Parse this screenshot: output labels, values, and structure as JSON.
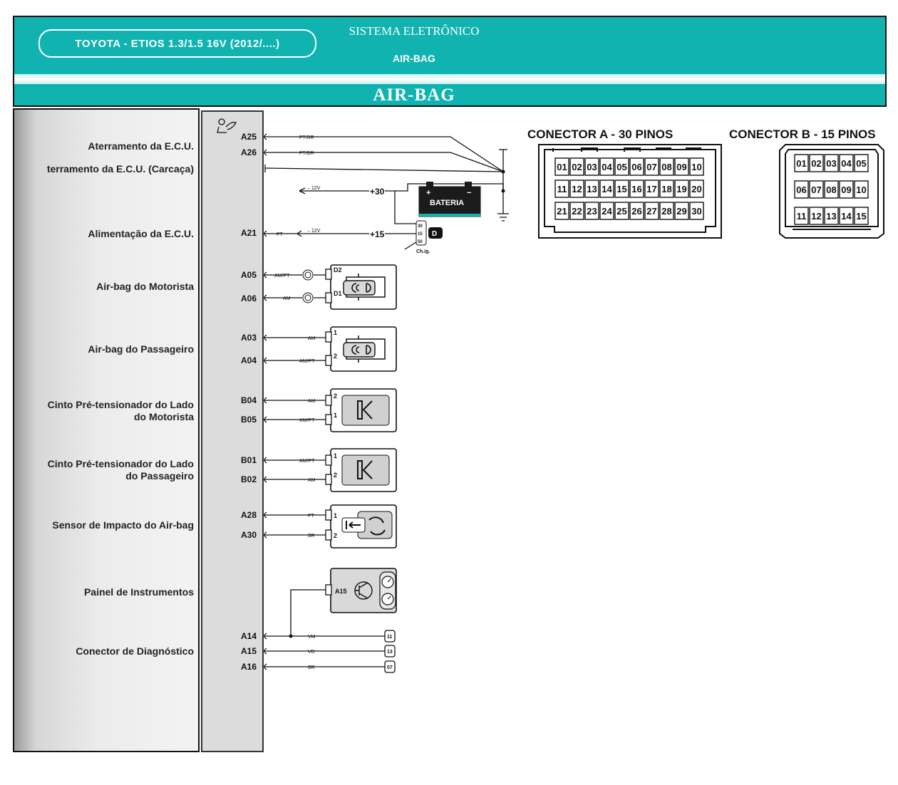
{
  "header": {
    "vehicle": "TOYOTA - ETIOS 1.3/1.5 16V (2012/....)",
    "system": "SISTEMA ELETRÔNICO",
    "subsystem": "AIR-BAG",
    "section_title": "AIR-BAG"
  },
  "colors": {
    "header_bg": "#10b3b0",
    "sidebar_bg": "#ececec",
    "ecu_bg": "#dcdcdc"
  },
  "labels": {
    "ground_ecu": "Aterramento da E.C.U.",
    "ground_ecu_case": "terramento da E.C.U. (Carcaça)",
    "ecu_power": "Alimentação da E.C.U.",
    "driver_airbag": "Air-bag do Motorista",
    "passenger_airbag": "Air-bag do Passageiro",
    "driver_pretensioner": "Cinto Pré-tensionador do Lado do Motorista",
    "driver_pretensioner_l1": "Cinto Pré-tensionador do Lado",
    "driver_pretensioner_l2": "do Motorista",
    "passenger_pretensioner_l1": "Cinto Pré-tensionador do Lado",
    "passenger_pretensioner_l2": "do Passageiro",
    "impact_sensor": "Sensor de Impacto do Air-bag",
    "instrument_panel": "Painel de Instrumentos",
    "diag_connector": "Conector de Diagnóstico"
  },
  "ecu_pins": [
    "A25",
    "A26",
    "A21",
    "A05",
    "A06",
    "A03",
    "A04",
    "B04",
    "B05",
    "B01",
    "B02",
    "A28",
    "A30",
    "A14",
    "A15",
    "A16"
  ],
  "wires": {
    "a25": "PT/BR",
    "a26": "PT/BR",
    "a21": "PT",
    "a05": "AM/PT",
    "a06": "AM",
    "a03": "AM",
    "a04": "AM/PT",
    "b04": "AM",
    "b05": "AM/PT",
    "b01": "AM/PT",
    "b02": "AM",
    "a28": "PT",
    "a30": "BR",
    "a14": "VM",
    "a15": "VD",
    "a16": "BR"
  },
  "power": {
    "v30": "+30",
    "v15": "+15",
    "arrow_12v_a": "←12V",
    "arrow_12v_b": "←12V",
    "battery": "BATERIA",
    "battery_plus": "+",
    "battery_minus": "−",
    "switch_pins": [
      "30",
      "15",
      "50"
    ],
    "switch_label": "Ch.ig.",
    "key": "D"
  },
  "component_pins": {
    "driver_airbag": [
      "D2",
      "D1"
    ],
    "passenger_airbag": [
      "1",
      "2"
    ],
    "driver_pretensioner": [
      "2",
      "1"
    ],
    "passenger_pretensioner": [
      "1",
      "2"
    ],
    "impact_sensor": [
      "1",
      "2"
    ],
    "instrument_panel": "A15",
    "diag": [
      "11",
      "13",
      "07"
    ]
  },
  "connector_a": {
    "title": "CONECTOR A - 30 PINOS",
    "rows": [
      [
        "01",
        "02",
        "03",
        "04",
        "05",
        "06",
        "07",
        "08",
        "09",
        "10"
      ],
      [
        "11",
        "12",
        "13",
        "14",
        "15",
        "16",
        "17",
        "18",
        "19",
        "20"
      ],
      [
        "21",
        "22",
        "23",
        "24",
        "25",
        "26",
        "27",
        "28",
        "29",
        "30"
      ]
    ]
  },
  "connector_b": {
    "title": "CONECTOR B - 15 PINOS",
    "rows": [
      [
        "01",
        "02",
        "03",
        "04",
        "05"
      ],
      [
        "06",
        "07",
        "08",
        "09",
        "10"
      ],
      [
        "11",
        "12",
        "13",
        "14",
        "15"
      ]
    ]
  }
}
